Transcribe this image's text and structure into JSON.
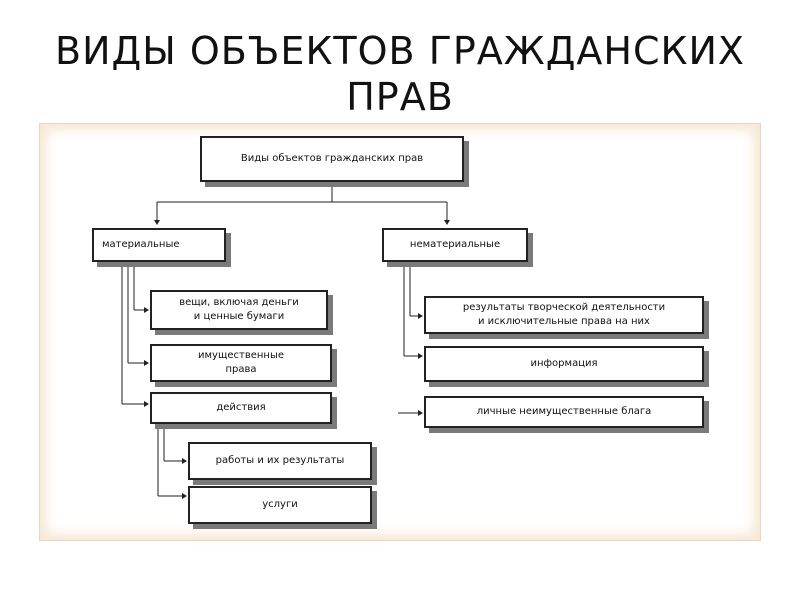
{
  "title": "ВИДЫ ОБЪЕКТОВ ГРАЖДАНСКИХ ПРАВ",
  "diagram": {
    "root": "Виды объектов гражданских прав",
    "material": {
      "label": "материальные",
      "items": [
        "вещи, включая деньги\nи ценные бумаги",
        "имущественные\nправа",
        "действия"
      ],
      "actions_children": [
        "работы и их результаты",
        "услуги"
      ]
    },
    "immaterial": {
      "label": "нематериальные",
      "items": [
        "результаты творческой деятельности\nи исключительные права на них",
        "информация",
        "личные неимущественные блага"
      ]
    }
  }
}
